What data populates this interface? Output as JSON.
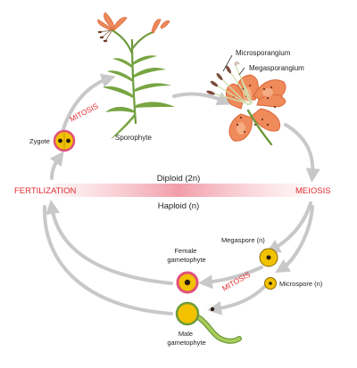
{
  "labels": {
    "sporophyte": "Sporophyte",
    "microsporangium": "Microsporangium",
    "megasporangium": "Megasporangium",
    "mitosis_top": "MITOSIS",
    "zygote": "Zygote",
    "diploid": "Diploid (2n)",
    "haploid": "Haploid (n)",
    "fertilization": "FERTILIZATION",
    "meiosis": "MEIOSIS",
    "megaspore": "Megaspore (n)",
    "microspore": "Microspore (n)",
    "mitosis_bottom": "MITOSIS",
    "female_gametophyte": [
      "Female",
      "gametophyte"
    ],
    "male_gametophyte": [
      "Male",
      "gametophyte"
    ]
  },
  "colors": {
    "stage_label": "#e02a2e",
    "arrow": "#c8c8c8",
    "band": "#f4a3ad",
    "petal": "#ef8a5a",
    "leaf": "#6e9a3c",
    "spore_yellow": "#f2c200"
  }
}
